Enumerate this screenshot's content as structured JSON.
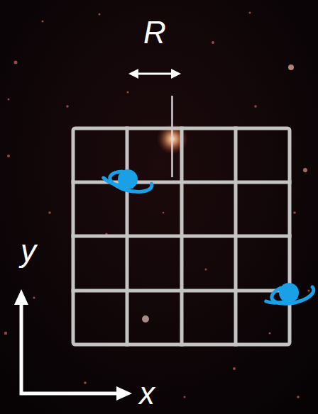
{
  "diagram": {
    "labels": [
      "R",
      "y",
      "x"
    ]
  }
}
